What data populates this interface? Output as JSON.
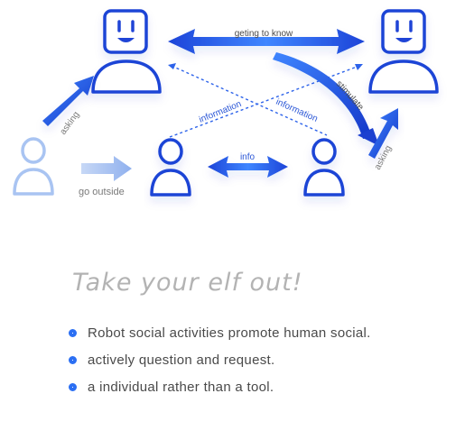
{
  "diagram": {
    "labels": {
      "getting_to_know": "geting to know",
      "asking_left": "asking",
      "asking_right": "asking",
      "stimulate": "stimulate",
      "information_left": "information",
      "information_right": "information",
      "info": "info",
      "go_outside": "go outside"
    },
    "colors": {
      "accent": "#2b6ff3",
      "deep": "#1436c8",
      "light": "#a9c4f2"
    }
  },
  "tagline": "Take your elf out!",
  "bullets": [
    "Robot social activities promote human social.",
    "actively question and request.",
    "a individual rather than a tool."
  ]
}
